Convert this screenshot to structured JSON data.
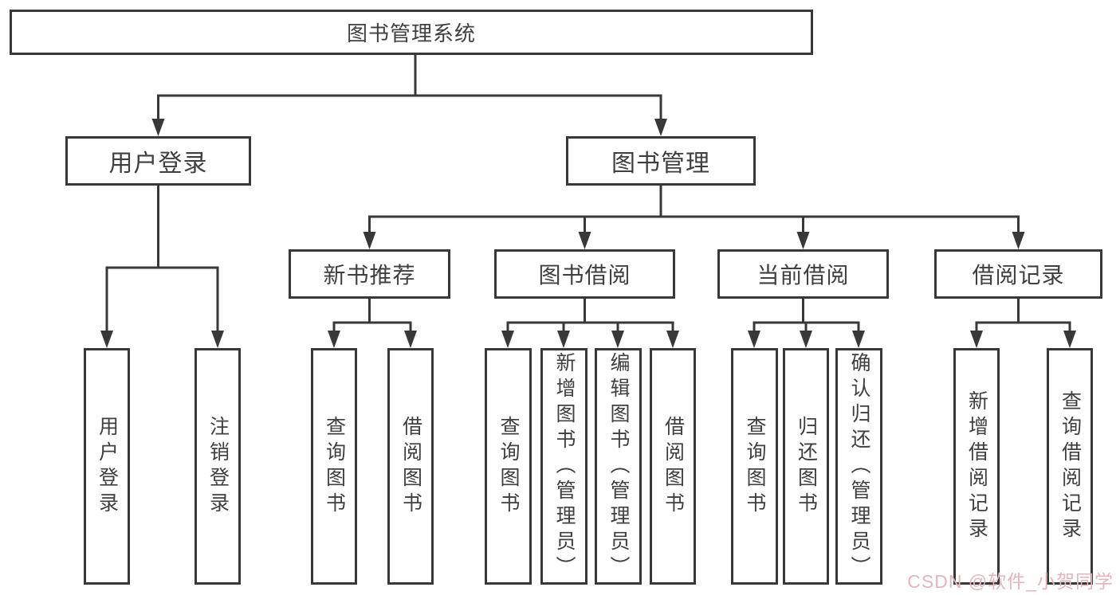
{
  "tree": {
    "root": {
      "label": "图书管理系统"
    },
    "user_login": {
      "label": "用户登录",
      "children": [
        {
          "label": "用户登录"
        },
        {
          "label": "注销登录"
        }
      ]
    },
    "book_management": {
      "label": "图书管理",
      "sections": {
        "new_book": {
          "label": "新书推荐",
          "children": [
            {
              "label": "查询图书"
            },
            {
              "label": "借阅图书"
            }
          ]
        },
        "borrow": {
          "label": "图书借阅",
          "children": [
            {
              "label": "查询图书"
            },
            {
              "label": "新增图书（管理员）"
            },
            {
              "label": "编辑图书（管理员）"
            },
            {
              "label": "借阅图书"
            }
          ]
        },
        "current": {
          "label": "当前借阅",
          "children": [
            {
              "label": "查询图书"
            },
            {
              "label": "归还图书"
            },
            {
              "label": "确认归还（管理员）"
            }
          ]
        },
        "records": {
          "label": "借阅记录",
          "children": [
            {
              "label": "新增借阅记录"
            },
            {
              "label": "查询借阅记录"
            }
          ]
        }
      }
    }
  },
  "watermark": {
    "text": "CSDN @软件_小贺同学"
  },
  "colors": {
    "line": "#383838",
    "text": "#3f3f3f",
    "watermark": "#e3b6bc",
    "background": "#ffffff"
  }
}
